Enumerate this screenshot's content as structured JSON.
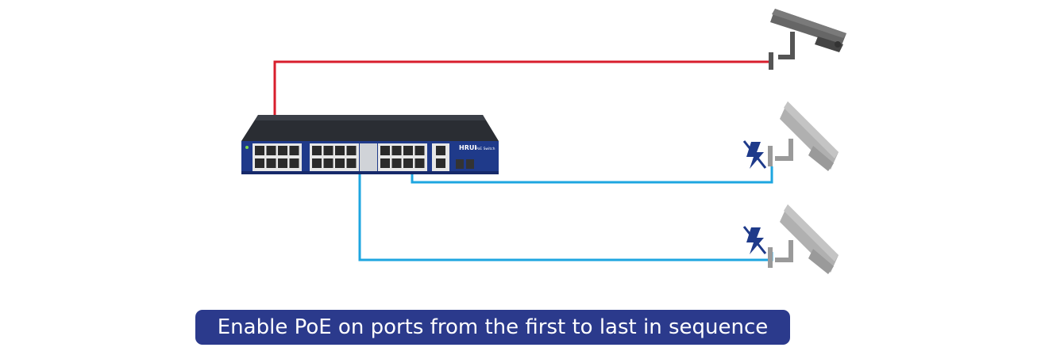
{
  "switch": {
    "brand": "HRUI",
    "model": "PoE Switch"
  },
  "caption": "Enable PoE on ports from the first to last in sequence",
  "colors": {
    "powered_cable": "#d81e2c",
    "unpowered_cable": "#1ea6e0",
    "switch_body": "#2a2d33",
    "switch_panel": "#1f3a8a",
    "caption_bg": "#2b3a8c",
    "camera_on": "#555555",
    "camera_off": "#b0b0b0",
    "no_power_icon": "#1e3a8a"
  },
  "cameras": [
    {
      "state": "powered",
      "icon": "cctv-camera-icon"
    },
    {
      "state": "unpowered",
      "icon": "cctv-camera-icon",
      "status_icon": "no-power-icon"
    },
    {
      "state": "unpowered",
      "icon": "cctv-camera-icon",
      "status_icon": "no-power-icon"
    }
  ]
}
